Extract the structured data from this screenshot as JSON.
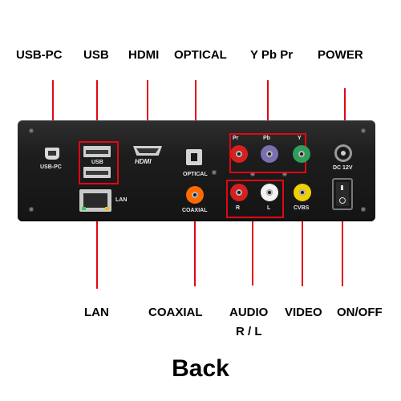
{
  "labels": {
    "top": {
      "usb_pc": "USB-PC",
      "usb": "USB",
      "hdmi": "HDMI",
      "optical": "OPTICAL",
      "ypbpr": "Y Pb Pr",
      "power": "POWER"
    },
    "bottom": {
      "lan": "LAN",
      "coaxial": "COAXIAL",
      "audio_1": "AUDIO",
      "audio_2": "R / L",
      "video": "VIDEO",
      "onoff": "ON/OFF"
    }
  },
  "panel": {
    "usb_pc": "USB-PC",
    "usb1": "USB",
    "hdmi": "HDMI",
    "optical": "OPTICAL",
    "lan": "LAN",
    "coaxial": "COAXIAL",
    "pr": "Pr",
    "pb": "Pb",
    "y": "Y",
    "r": "R",
    "l": "L",
    "cvbs": "CVBS",
    "dc": "DC 12V"
  },
  "title": "Back",
  "colors": {
    "callout": "#e30613",
    "panel": "#1d1d1d",
    "rca_red": "#d62020",
    "rca_blue": "#7a6fb0",
    "rca_green": "#2e9e5b",
    "rca_white": "#f2f2f2",
    "rca_yellow": "#f0d000",
    "rca_orange": "#ff6a00"
  }
}
